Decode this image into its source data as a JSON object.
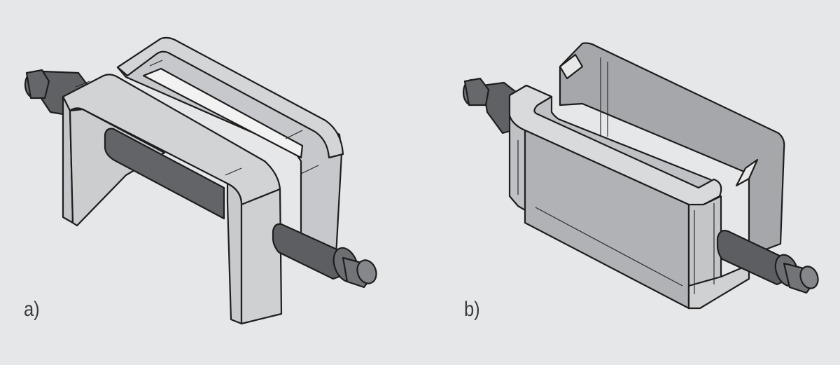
{
  "figures": [
    {
      "id": "a",
      "label": "a)",
      "description": "Solenoid frame with two separate U-shaped brackets around a cylindrical plunger shaft"
    },
    {
      "id": "b",
      "label": "b)",
      "description": "Solenoid frame with single U-channel enclosure and plunger shaft"
    }
  ],
  "colors": {
    "background": "#e6e7e9",
    "frame_light": "#cfd0d2",
    "frame_mid": "#b4b6b9",
    "frame_dark": "#9c9ea2",
    "shaft_dark": "#595b5f",
    "shaft_light": "#7c7e82",
    "outline": "#1e1e1e"
  }
}
